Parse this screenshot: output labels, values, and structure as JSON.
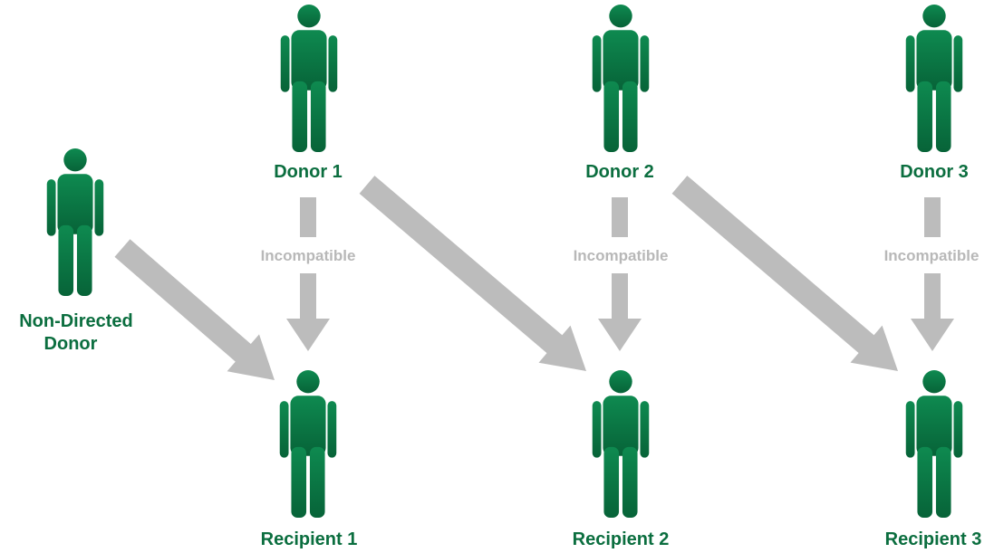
{
  "colors": {
    "person": "#0b7a47",
    "person_dark": "#065a33",
    "label": "#0b6e3f",
    "arrow": "#bcbcbc",
    "incompatible_text": "#b8b8b8",
    "background": "#ffffff"
  },
  "people": {
    "non_directed_donor": {
      "label_line1": "Non-Directed",
      "label_line2": "Donor",
      "icon": "person-icon"
    },
    "donor_1": {
      "label": "Donor 1",
      "icon": "person-icon"
    },
    "donor_2": {
      "label": "Donor 2",
      "icon": "person-icon"
    },
    "donor_3": {
      "label": "Donor 3",
      "icon": "person-icon"
    },
    "recipient_1": {
      "label": "Recipient 1",
      "icon": "person-icon"
    },
    "recipient_2": {
      "label": "Recipient 2",
      "icon": "person-icon"
    },
    "recipient_3": {
      "label": "Recipient 3",
      "icon": "person-icon"
    }
  },
  "incompatible_links": [
    {
      "label": "Incompatible"
    },
    {
      "label": "Incompatible"
    },
    {
      "label": "Incompatible"
    }
  ]
}
